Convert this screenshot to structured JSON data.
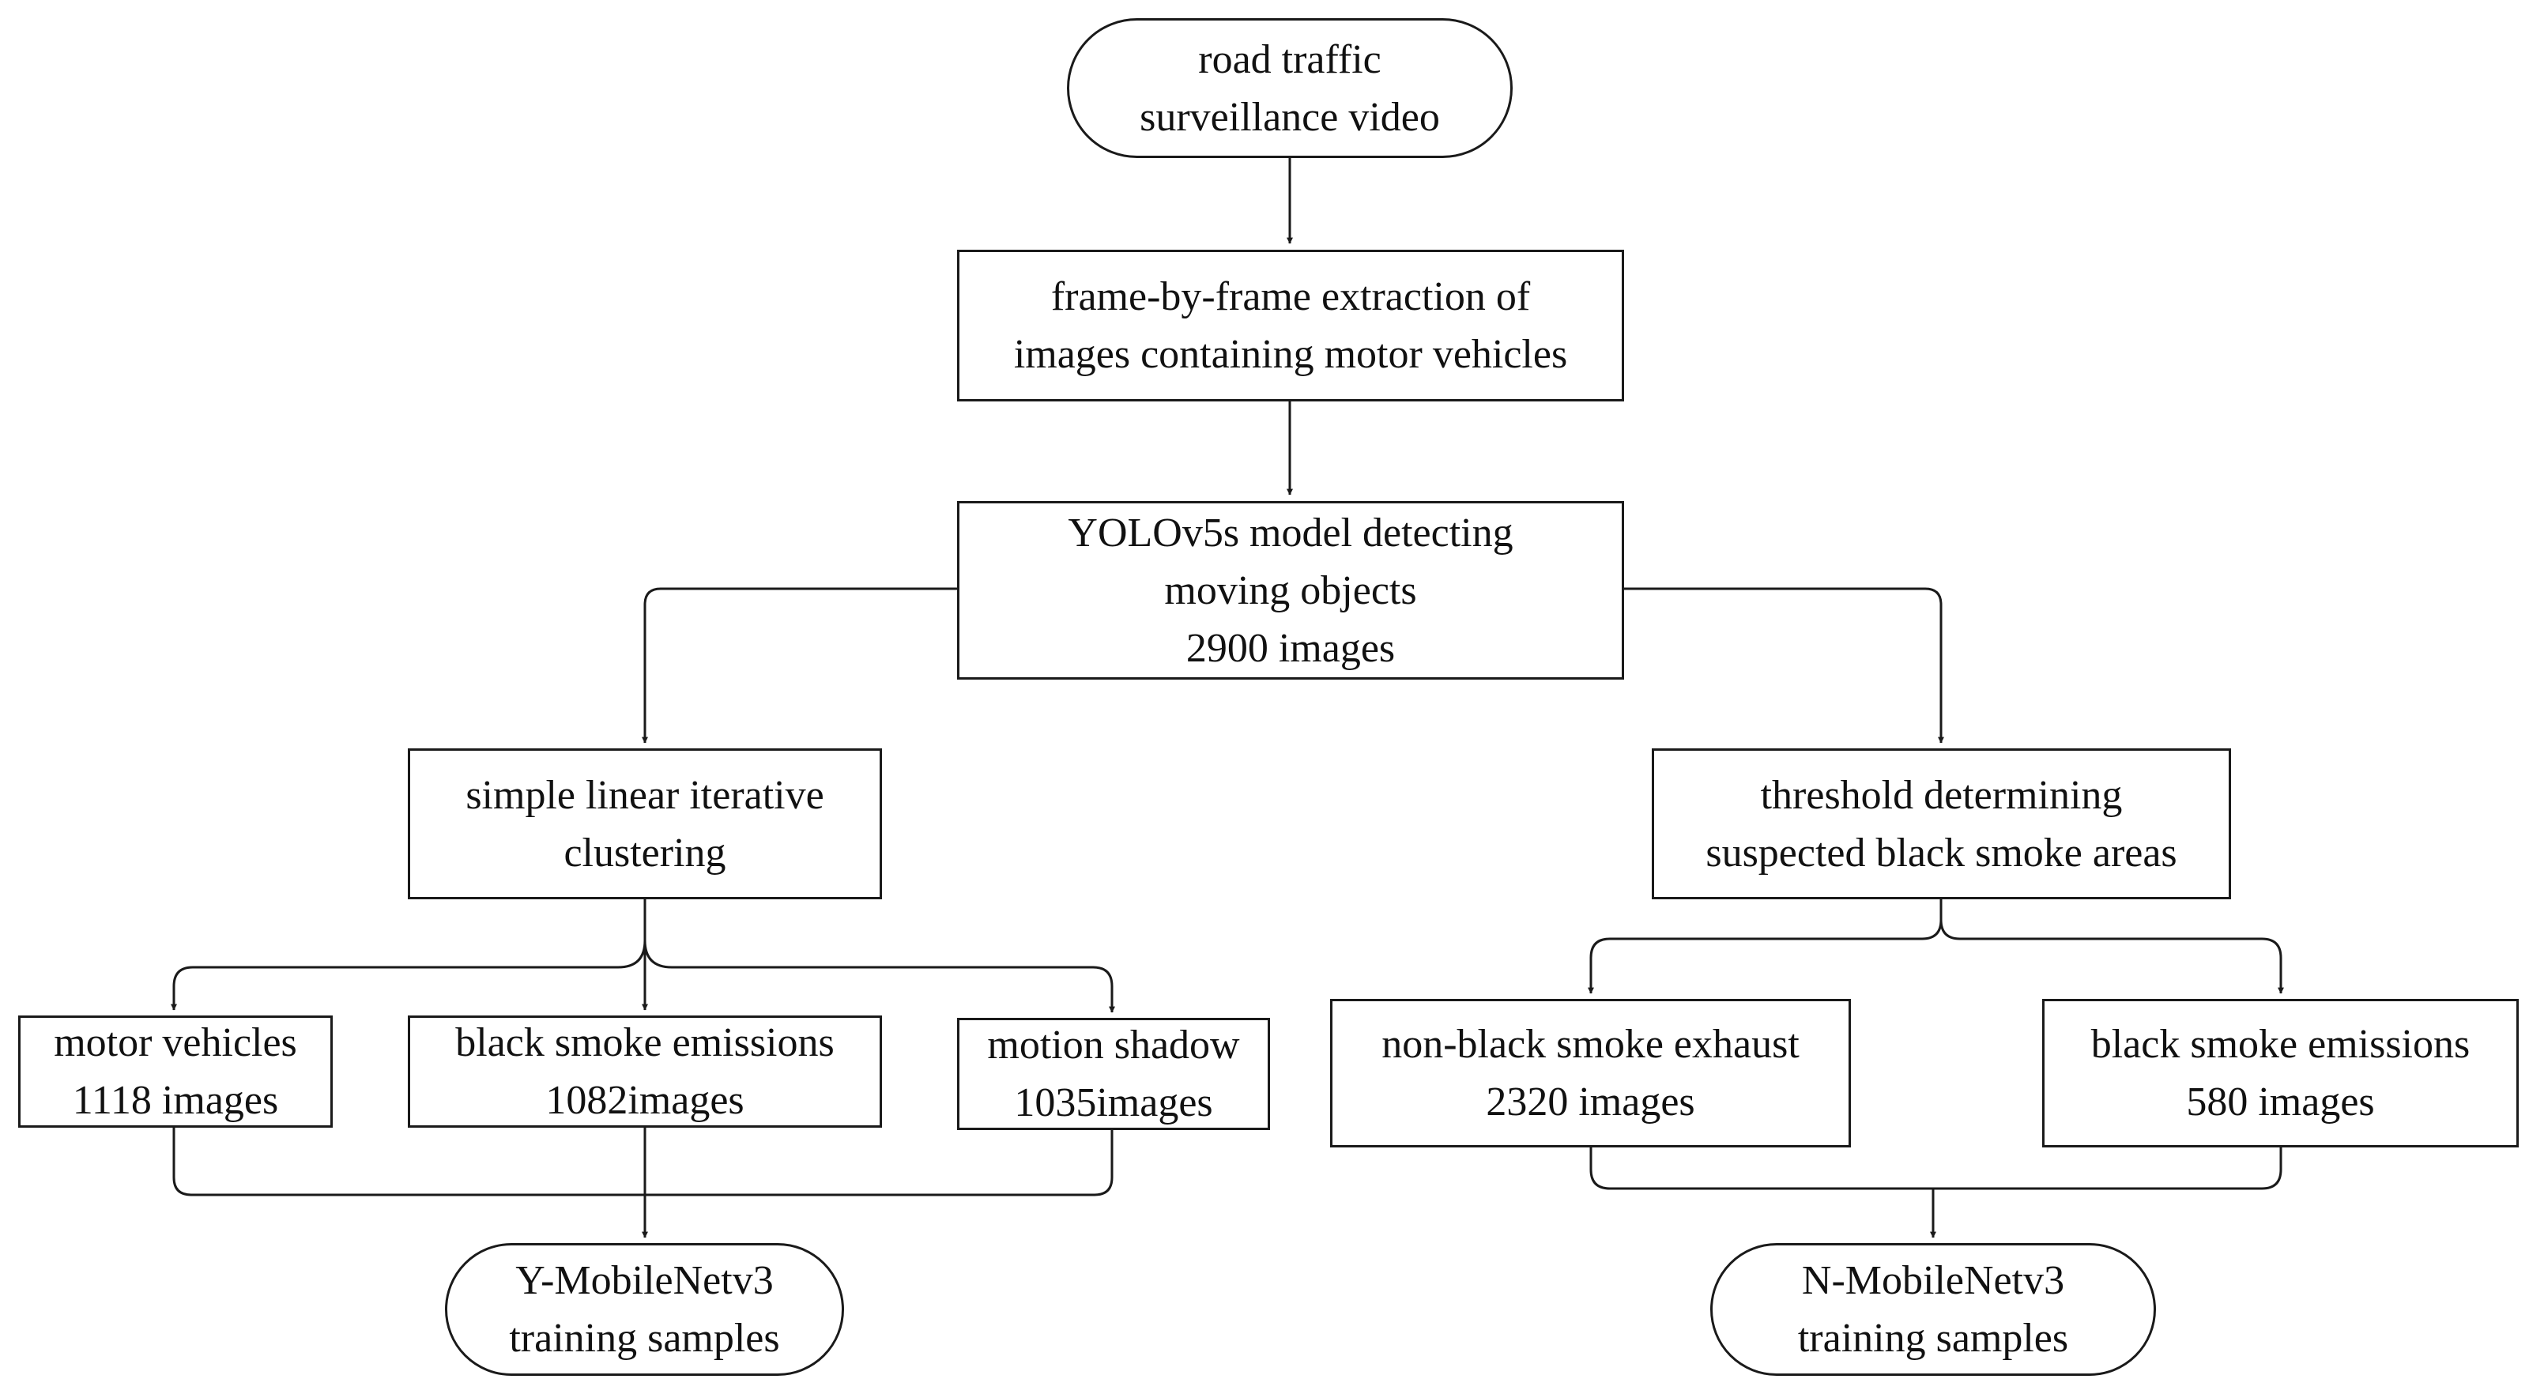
{
  "nodes": {
    "start": {
      "lines": [
        "road traffic",
        "surveillance video"
      ]
    },
    "extract": {
      "lines": [
        "frame-by-frame extraction of",
        "images containing motor vehicles"
      ]
    },
    "yolo": {
      "lines": [
        "YOLOv5s model detecting",
        "moving objects",
        "2900 images"
      ]
    },
    "slic": {
      "lines": [
        "simple linear iterative",
        "clustering"
      ]
    },
    "threshold": {
      "lines": [
        "threshold determining",
        "suspected black smoke areas"
      ]
    },
    "motor": {
      "lines": [
        "motor vehicles",
        "1118 images"
      ]
    },
    "smoke_left": {
      "lines": [
        "black smoke emissions",
        "1082images"
      ]
    },
    "shadow": {
      "lines": [
        "motion shadow",
        "1035images"
      ]
    },
    "nonblack": {
      "lines": [
        "non-black smoke exhaust",
        "2320 images"
      ]
    },
    "smoke_right": {
      "lines": [
        "black smoke emissions",
        "580 images"
      ]
    },
    "y_train": {
      "lines": [
        "Y-MobileNetv3",
        "training samples"
      ]
    },
    "n_train": {
      "lines": [
        "N-MobileNetv3",
        "training samples"
      ]
    }
  },
  "colors": {
    "stroke": "#1a1a1a",
    "text": "#111111",
    "background": "#ffffff"
  }
}
